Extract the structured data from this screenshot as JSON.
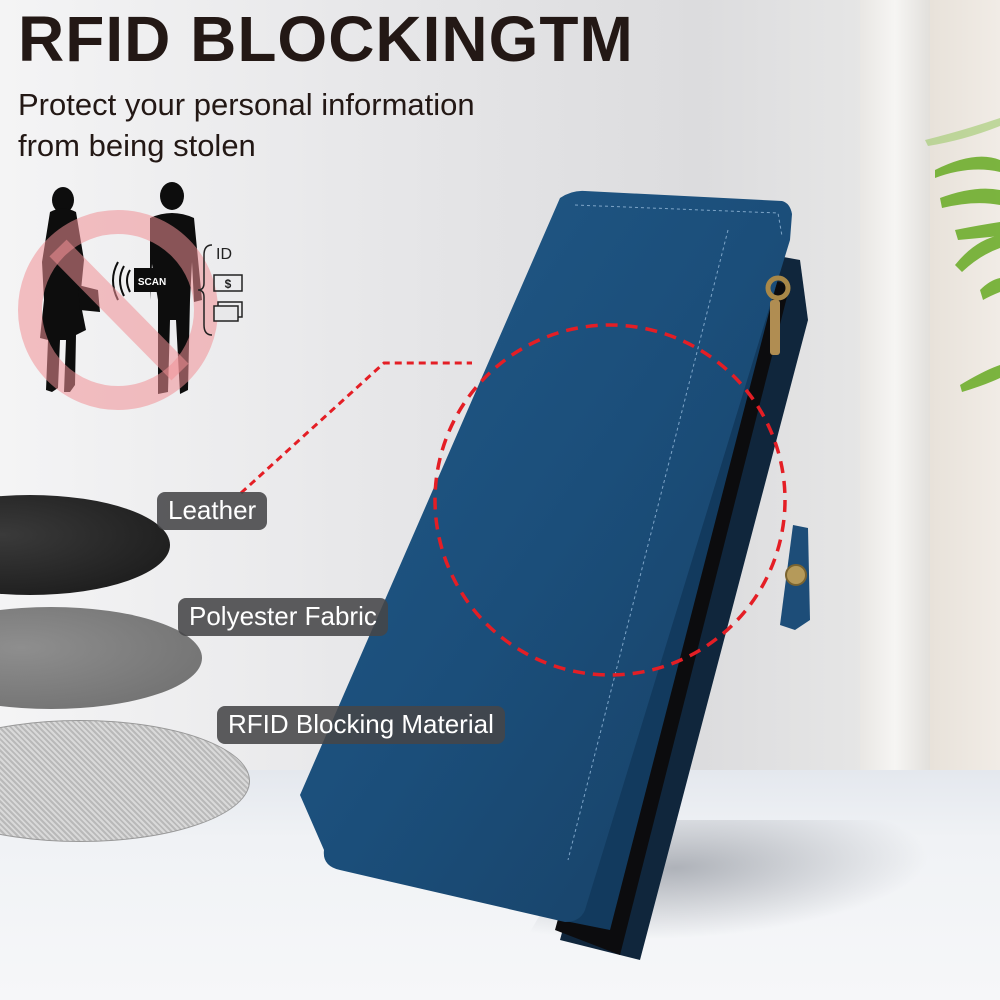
{
  "header": {
    "title": "RFID BLOCKINGTM",
    "subtitle_line1": "Protect your personal information",
    "subtitle_line2": "from being stolen"
  },
  "pictogram": {
    "scan_label": "SCAN",
    "id_label": "ID",
    "cash_label": "$",
    "prohibited_color": "#f3a4a8"
  },
  "layers": [
    {
      "label": "Leather",
      "color": "#1f1f1f"
    },
    {
      "label": "Polyester Fabric",
      "color": "#7a7a7a"
    },
    {
      "label": "RFID Blocking Material",
      "color": "#c8c8c8"
    }
  ],
  "product": {
    "color": "#1d4f7c",
    "zipper_color": "#b7955a",
    "callout_color": "#e41e25"
  }
}
